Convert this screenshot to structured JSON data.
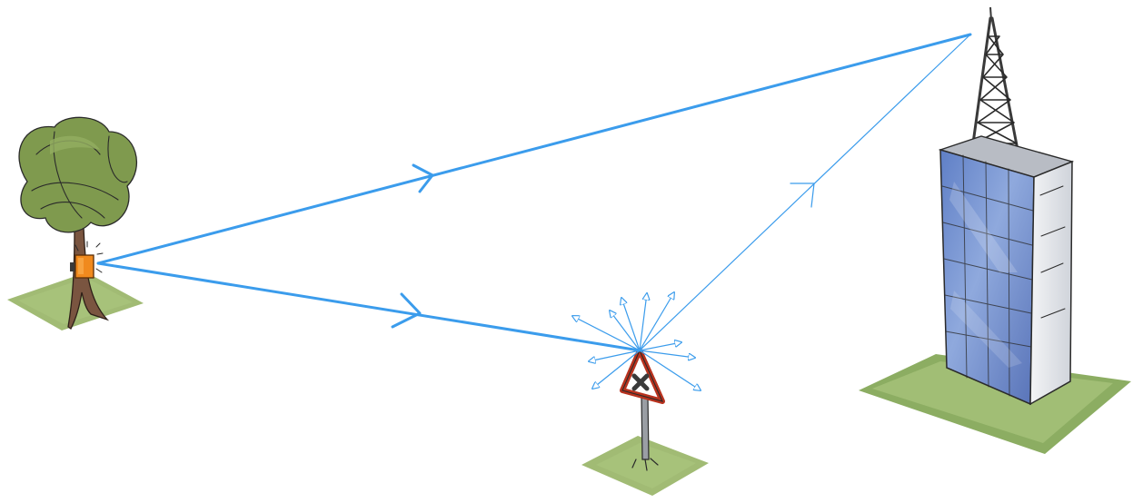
{
  "diagram": {
    "description_free": true,
    "nodes": [
      {
        "id": "transmitter",
        "icon": "tree-with-sensor-icon"
      },
      {
        "id": "reflector",
        "icon": "warning-sign-icon"
      },
      {
        "id": "receiver",
        "icon": "tower-building-icon"
      }
    ],
    "edges": [
      {
        "from": "transmitter",
        "to": "receiver",
        "kind": "direct-path",
        "style": "thick"
      },
      {
        "from": "transmitter",
        "to": "reflector",
        "kind": "incident-path",
        "style": "thick"
      },
      {
        "from": "reflector",
        "to": "receiver",
        "kind": "reflected-path",
        "style": "thin"
      }
    ],
    "scatter_ray_count": 10
  },
  "colors": {
    "ray": "#3b9cec",
    "ground": "#86a95a",
    "ground_light": "#a9c47e",
    "tree_canopy": "#7f9a4e",
    "tree_trunk": "#7a5540",
    "sensor_box": "#f08a1e",
    "sign_border": "#b8321e",
    "glass": "#6f8fcf",
    "building_side": "#e6e8ec",
    "tower_steel": "#4a4a4a"
  }
}
